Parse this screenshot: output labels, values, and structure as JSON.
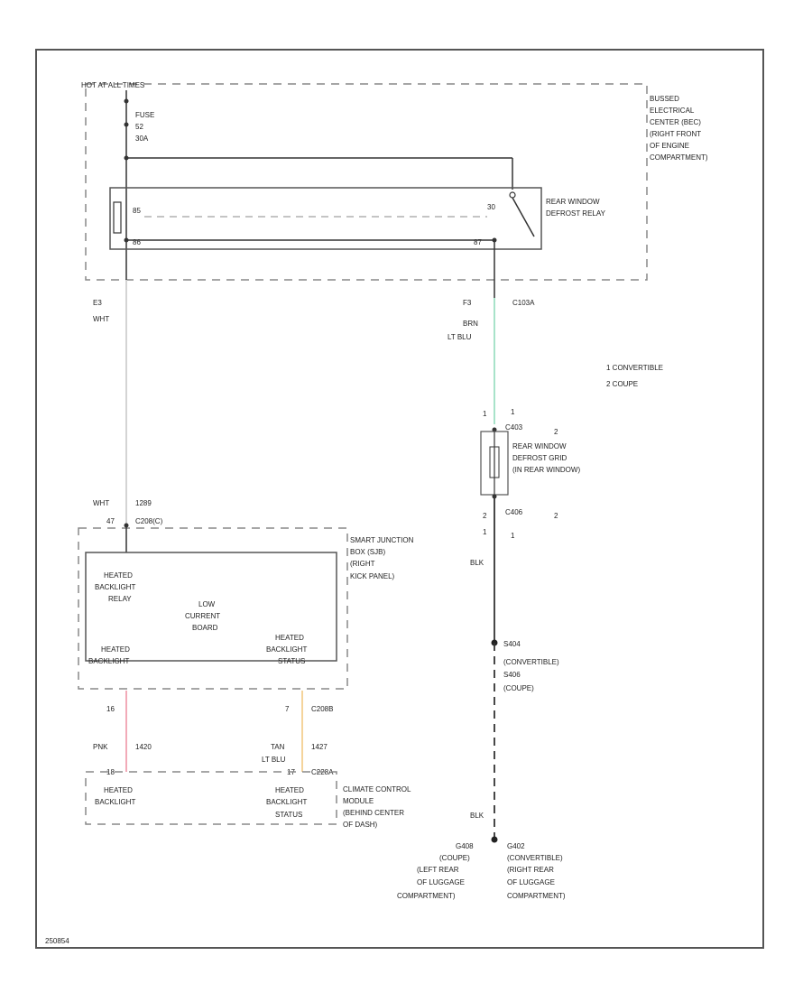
{
  "labels": {
    "hot_at_all_times": "HOT AT ALL TIMES",
    "fuse_name": "FUSE",
    "fuse_number": "52",
    "fuse_rating": "30A",
    "bec_l1": "BUSSED",
    "bec_l2": "ELECTRICAL",
    "bec_l3": "CENTER (BEC)",
    "bec_l4": "(RIGHT FRONT",
    "bec_l5": "OF ENGINE",
    "bec_l6": "COMPARTMENT)",
    "relay_l1": "REAR WINDOW",
    "relay_l2": "DEFROST RELAY",
    "pin_85": "85",
    "pin_86": "86",
    "pin_30": "30",
    "pin_87": "87",
    "left_pin_e3": "E3",
    "left_wire_wht": "WHT",
    "right_pin_f3": "F3",
    "connector_c103a": "C103A",
    "right_wire_brn": "BRN",
    "right_wire_ltblu": "LT BLU",
    "legend_1": "1   CONVERTIBLE",
    "legend_2": "2   COUPE",
    "grid_top_idx1": "1",
    "grid_top_idx2": "1",
    "grid_conn_top": "C403",
    "grid_conn_top_idx": "2",
    "grid_l1": "REAR WINDOW",
    "grid_l2": "DEFROST GRID",
    "grid_l3": "(IN REAR WINDOW)",
    "grid_bot_idx1": "2",
    "grid_conn_bot": "C406",
    "grid_conn_bot_idx": "2",
    "grid_bot_idx2": "1",
    "right_wire_blk1": "BLK",
    "splice_s404": "S404",
    "splice_s404_note": "(CONVERTIBLE)",
    "splice_s406": "S406",
    "splice_s406_note": "(COUPE)",
    "right_wire_blk2": "BLK",
    "g_left_l1": "G408",
    "g_left_l2": "(COUPE)",
    "g_left_l3": "(LEFT REAR",
    "g_left_l4": "OF LUGGAGE",
    "g_left_l5": "COMPARTMENT)",
    "g_right_l1": "G402",
    "g_right_l2": "(CONVERTIBLE)",
    "g_right_l3": "(RIGHT REAR",
    "g_right_l4": "OF LUGGAGE",
    "g_right_l5": "COMPARTMENT)",
    "wht_label2": "WHT",
    "circuit_1289": "1289",
    "pin_47": "47",
    "connector_c208": "C208(C)",
    "sjb_l1": "SMART JUNCTION",
    "sjb_l2": "BOX (SJB)",
    "sjb_l3": "(RIGHT",
    "sjb_l4": "KICK PANEL)",
    "hbr_l1": "HEATED",
    "hbr_l2": "BACKLIGHT",
    "hbr_l3": "RELAY",
    "lcb_l1": "LOW",
    "lcb_l2": "CURRENT",
    "lcb_l3": "BOARD",
    "hb_left_l1": "HEATED",
    "hb_left_l2": "BACKLIGHT",
    "hbs_l1": "HEATED",
    "hbs_l2": "BACKLIGHT",
    "hbs_l3": "STATUS",
    "pin_16": "16",
    "pin_7": "7",
    "connector_c208b": "C208B",
    "wire_pnk": "PNK",
    "circuit_1420": "1420",
    "wire_tan": "TAN",
    "circuit_1427": "1427",
    "wire_ltblu2": "LT BLU",
    "pin_18": "18",
    "pin_17": "17",
    "connector_c228a": "C228A",
    "ccm_hb_l1": "HEATED",
    "ccm_hb_l2": "BACKLIGHT",
    "ccm_hbs_l1": "HEATED",
    "ccm_hbs_l2": "BACKLIGHT",
    "ccm_hbs_l3": "STATUS",
    "ccm_l1": "CLIMATE CONTROL",
    "ccm_l2": "MODULE",
    "ccm_l3": "(BEHIND CENTER",
    "ccm_l4": "OF DASH)",
    "figure_id": "250854"
  },
  "colors": {
    "frame": "#555555",
    "line": "#333333",
    "dashed": "#888888",
    "wht_wire": "#d0d0d0",
    "ltblu_wire": "#9fe0c4",
    "pnk_wire": "#f0a0b0",
    "tan_wire": "#f4d090",
    "blk_wire": "#333333"
  }
}
